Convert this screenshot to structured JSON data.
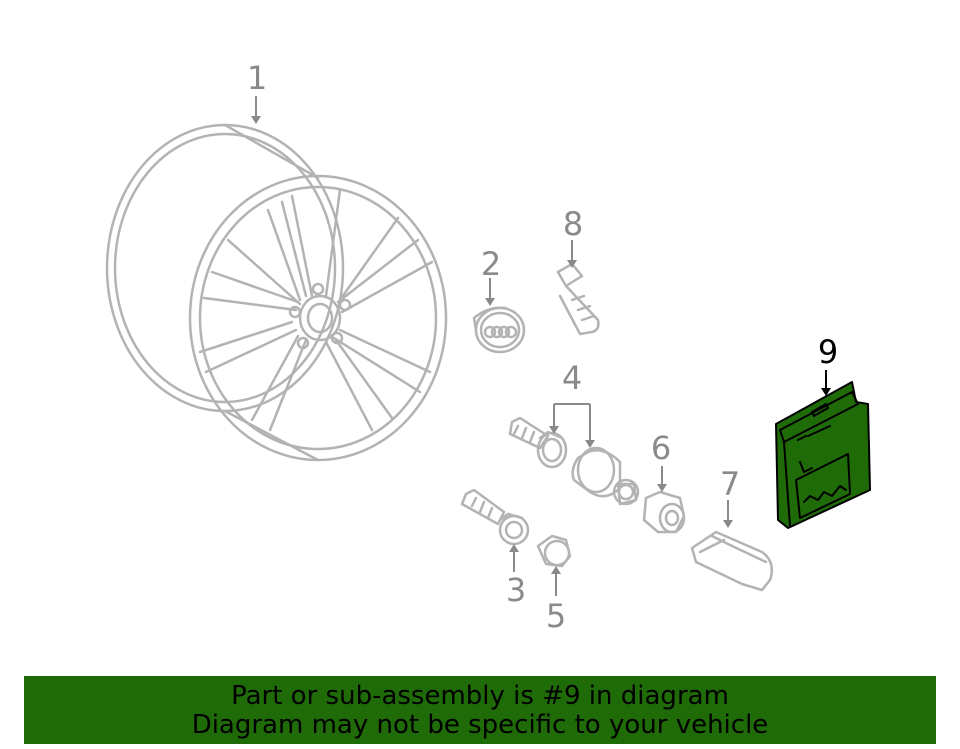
{
  "callouts": {
    "c1": "1",
    "c2": "2",
    "c3": "3",
    "c4": "4",
    "c5": "5",
    "c6": "6",
    "c7": "7",
    "c8": "8",
    "c9": "9"
  },
  "highlighted_callout": "9",
  "colors": {
    "line": "#b3b3b3",
    "callout_text": "#8a8a8a",
    "highlight_fill": "#1f6b08",
    "banner_background": "#1f6b08",
    "banner_text": "#000000"
  },
  "banner": {
    "line1": "Part or sub-assembly is #9 in diagram",
    "line2": "Diagram may not be specific to your vehicle"
  }
}
